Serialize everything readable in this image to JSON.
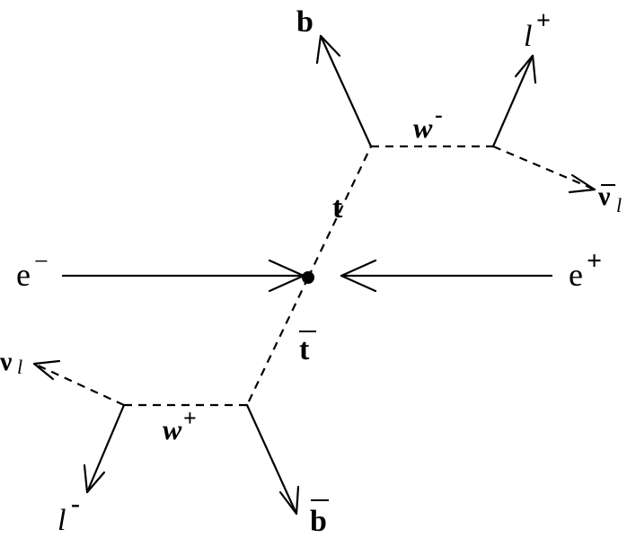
{
  "diagram": {
    "labels": {
      "b_top": "b",
      "t": "t",
      "tbar_t": "t",
      "bbar_b": "b",
      "w_minus_w": "w",
      "w_minus_sup": "-",
      "w_plus_w": "w",
      "w_plus_sup": "+",
      "lplus_l": "l",
      "lplus_sup": "+",
      "lminus_l": "l",
      "lminus_sup": "-",
      "nubar_nu": "ν",
      "nubar_sub": "l",
      "nu_nu": "ν",
      "nu_sub": "l",
      "e_minus_e": "e",
      "e_minus_sup": "−",
      "e_plus_e": "e",
      "e_plus_sup": "+"
    }
  }
}
